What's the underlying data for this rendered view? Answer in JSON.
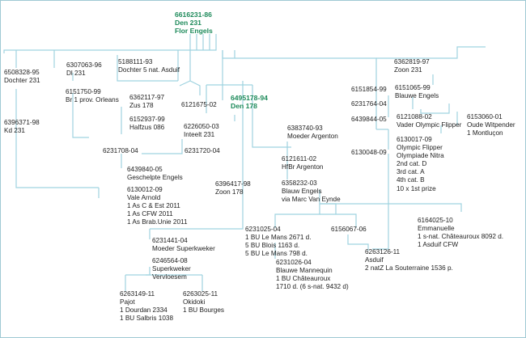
{
  "colors": {
    "line": "#9fd3e0",
    "highlight": "#1d8a5a",
    "text": "#1e1e1e",
    "border": "#9fc9d4"
  },
  "nodes": {
    "root": [
      "6616231-86",
      "Den 231",
      "Flor Engels"
    ],
    "n6508328": [
      "6508328-95",
      "Dochter 231"
    ],
    "n6307063": [
      "6307063-96",
      "Dl 231"
    ],
    "n5188111": [
      "5188111-93",
      "Dochter 5 nat. Asduif"
    ],
    "n6151750": [
      "6151750-99",
      "Br 1 prov. Orleans"
    ],
    "n6362117": [
      "6362117-97",
      "Zus 178"
    ],
    "n6121675": [
      "6121675-02"
    ],
    "n6495178": [
      "6495178-94",
      "Den 178"
    ],
    "n6152937": [
      "6152937-99",
      "Halfzus 086"
    ],
    "n6226050": [
      "6226050-03",
      "Inteelt 231"
    ],
    "n6396371": [
      "6396371-98",
      "Kd 231"
    ],
    "n6231708": [
      "6231708-04"
    ],
    "n6231720": [
      "6231720-04"
    ],
    "n6439840": [
      "6439840-05",
      "Geschelpte Engels"
    ],
    "n6130012": [
      "6130012-09",
      "Vale Arnold",
      "1 As C & Est 2011",
      "1 As CFW 2011",
      "1 As Brab.Unie 2011"
    ],
    "n6396417": [
      "6396417-98",
      "Zoon 178"
    ],
    "n6383740": [
      "6383740-93",
      "Moeder Argenton"
    ],
    "n6121611": [
      "6121611-02",
      "HfBr Argenton"
    ],
    "n6358232": [
      "6358232-03",
      "Blauw Engels",
      "via Marc Van Eynde"
    ],
    "n6362819": [
      "6362819-97",
      "Zoon 231"
    ],
    "n6151854": [
      "6151854-99"
    ],
    "n6231764": [
      "6231764-04"
    ],
    "n6439844": [
      "6439844-05"
    ],
    "n6130048": [
      "6130048-09"
    ],
    "n6151065": [
      "6151065-99",
      "Blauwe Engels"
    ],
    "n6121088": [
      "6121088-02",
      "Vader Olympic Flipper"
    ],
    "n6153060": [
      "6153060-01",
      "Oude Witpender",
      "1 Montluçon"
    ],
    "n6130017": [
      "6130017-09",
      "Olympic Flipper",
      "Olympiade Nitra",
      "2nd cat. D",
      "3rd cat. A",
      "4th cat. B",
      "10 x 1st prize"
    ],
    "n6164025": [
      "6164025-10",
      "Emmanuelle",
      "1 s-nat. Châteauroux 8092 d.",
      "1 Asduif CFW"
    ],
    "n6231025": [
      "6231025-04",
      "1 BU Le Mans 2671 d.",
      "5 BU Blois 1163 d.",
      "5 BU Le Mans 798 d."
    ],
    "n6156067": [
      "6156067-06"
    ],
    "n6263126": [
      "6263126-11",
      "Asduif",
      "2 natZ La Souterraine 1536 p."
    ],
    "n6231026": [
      "6231026-04",
      "Blauwe Mannequin",
      "1 BU Châteauroux",
      "1710 d. (6 s-nat. 9432 d)"
    ],
    "n6231441": [
      "6231441-04",
      "Moeder Superkweker"
    ],
    "n6246564": [
      "6246564-08",
      "Superkweker",
      "Vervloesem"
    ],
    "n6263149": [
      "6263149-11",
      "Pajot",
      "1 Dourdan 2334",
      "1 BU Salbris 1038"
    ],
    "n6263025": [
      "6263025-11",
      "Okidoki",
      "1 BU Bourges"
    ]
  }
}
